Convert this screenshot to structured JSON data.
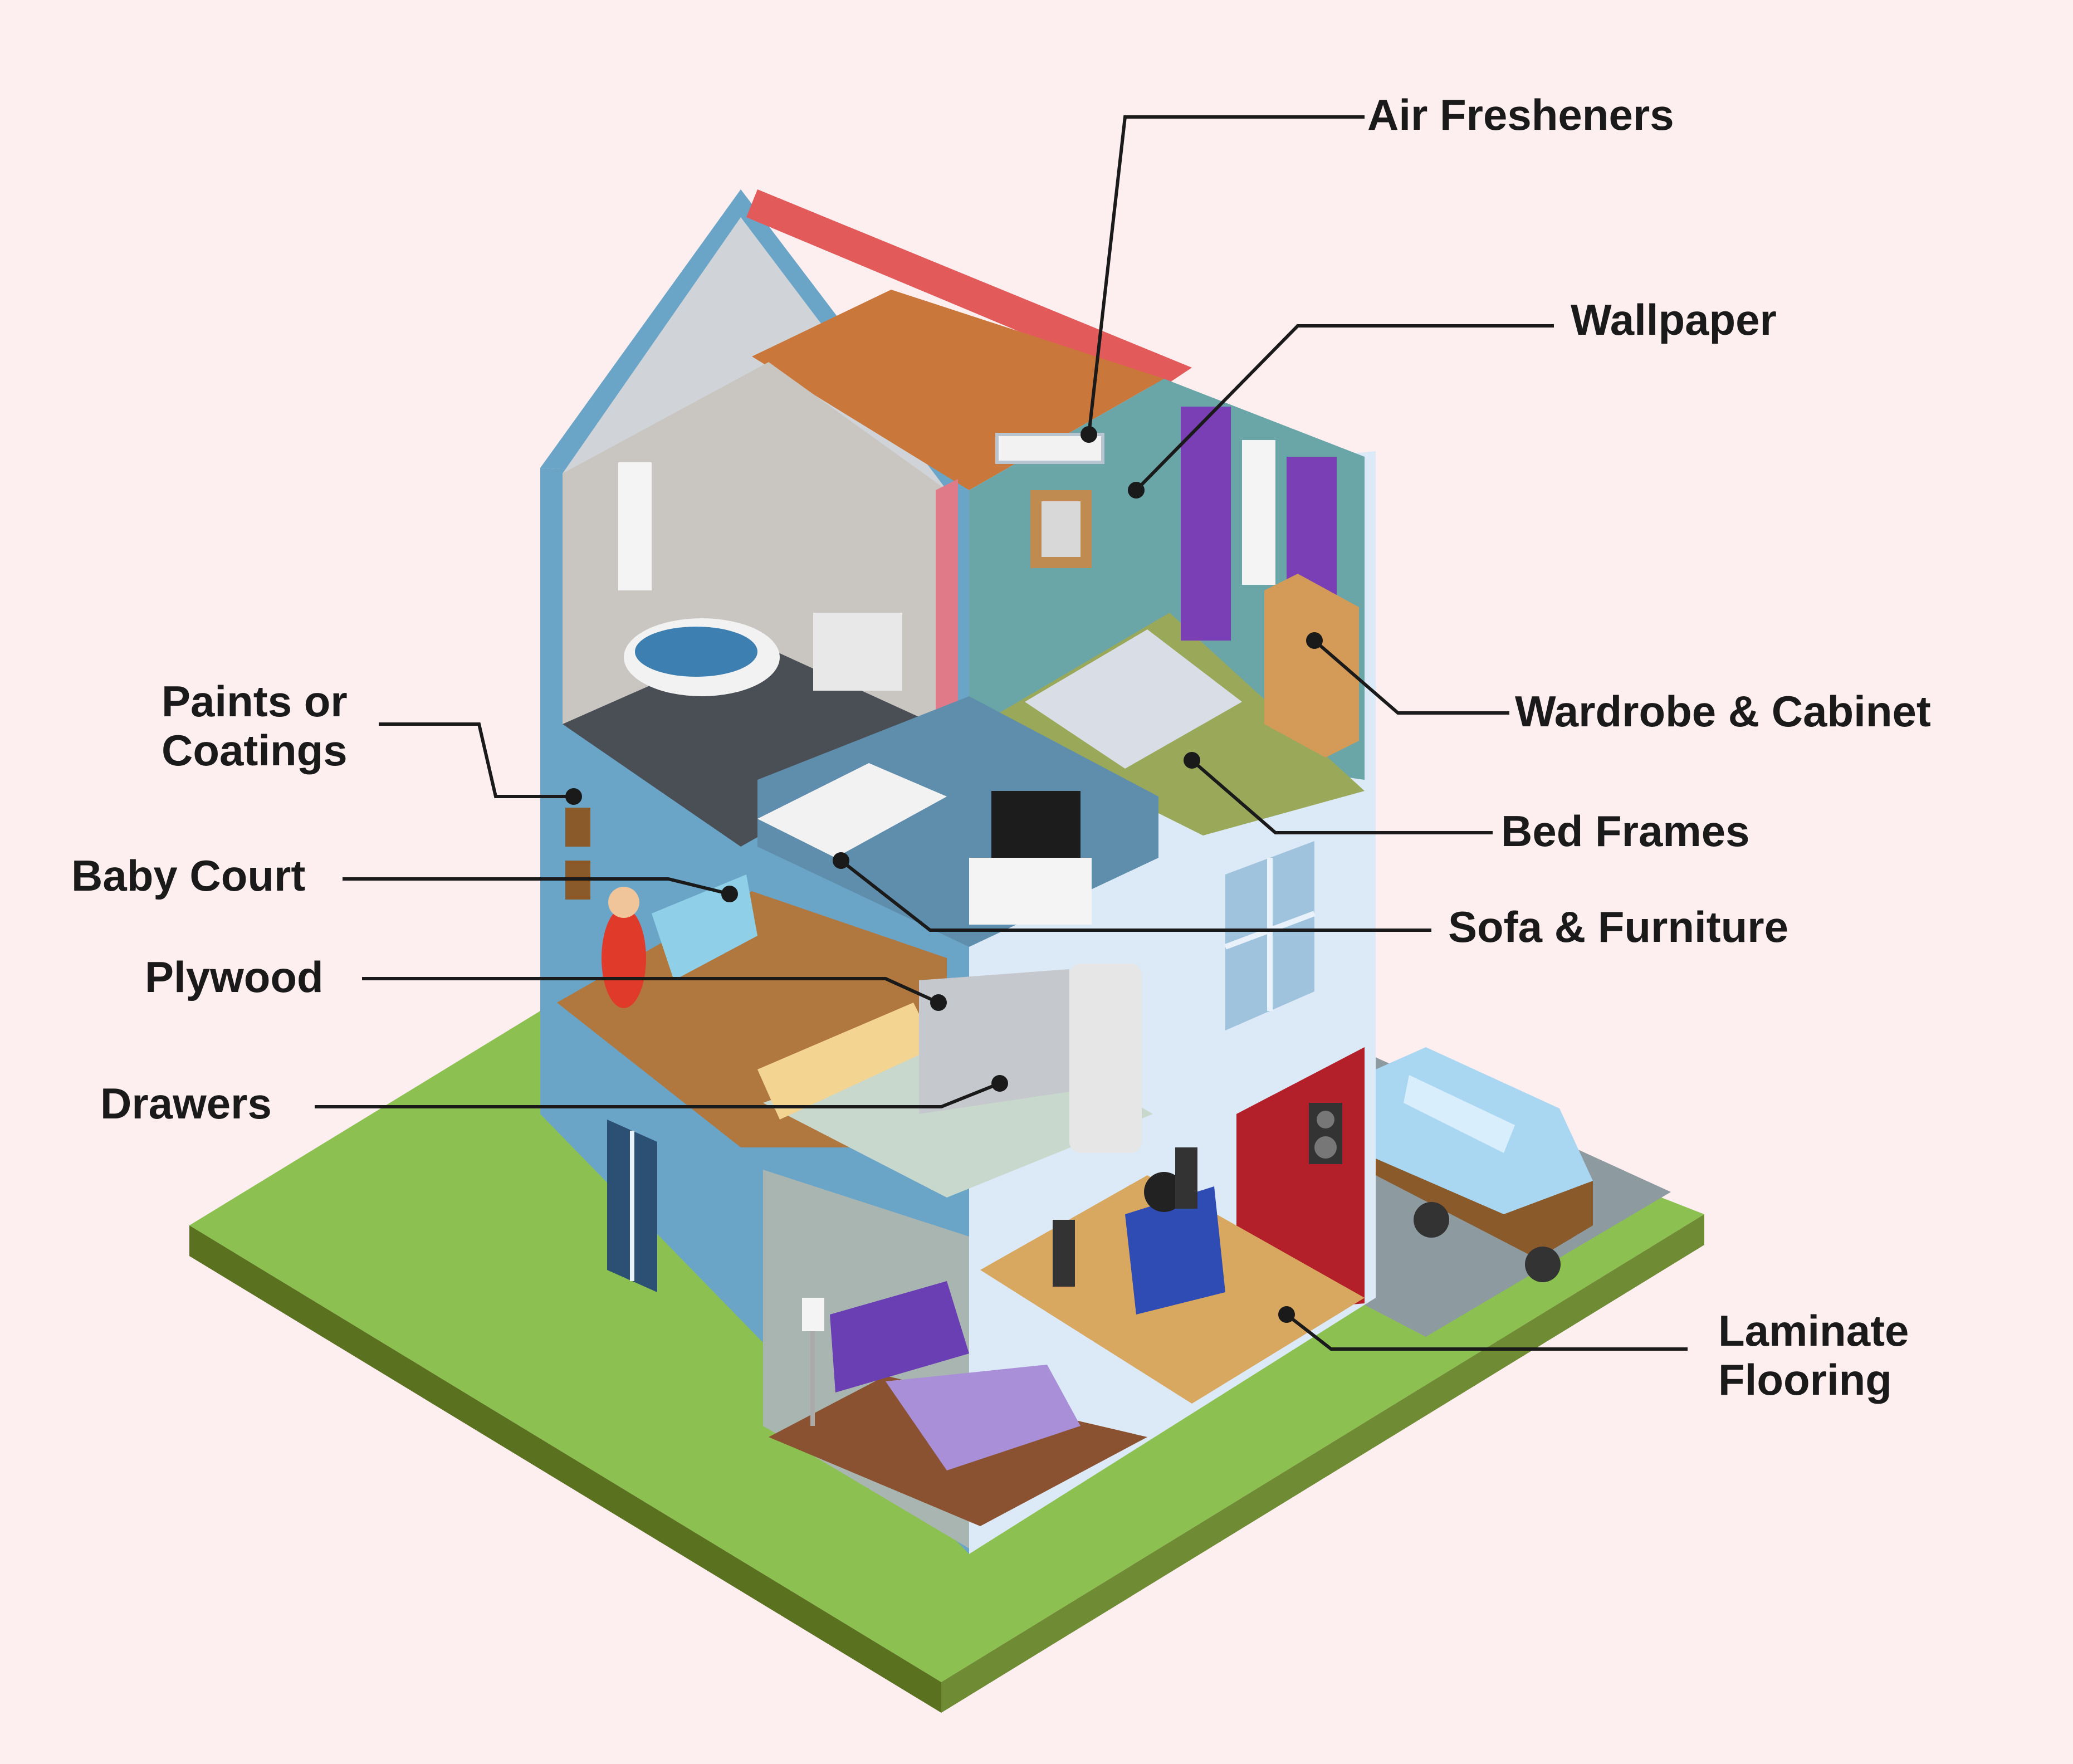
{
  "labels": {
    "air_fresheners": "Air Fresheners",
    "wallpaper": "Wallpaper",
    "wardrobe_cabinet": "Wardrobe & Cabinet",
    "bed_frames": "Bed Frames",
    "sofa_furniture": "Sofa & Furniture",
    "laminate_line1": "Laminate",
    "laminate_line2": "Flooring",
    "paints_line1": "Paints or",
    "paints_line2": "Coatings",
    "baby_court": "Baby Court",
    "plywood": "Plywood",
    "drawers": "Drawers"
  },
  "colors": {
    "background": "#fdeef0",
    "grass": "#8cc152",
    "ground_side": "#5f7a2a",
    "wall_blue": "#6aa5c8",
    "wall_light": "#dce9f7",
    "roof": "#e25a5a",
    "callout_line": "#1a1a1a"
  }
}
